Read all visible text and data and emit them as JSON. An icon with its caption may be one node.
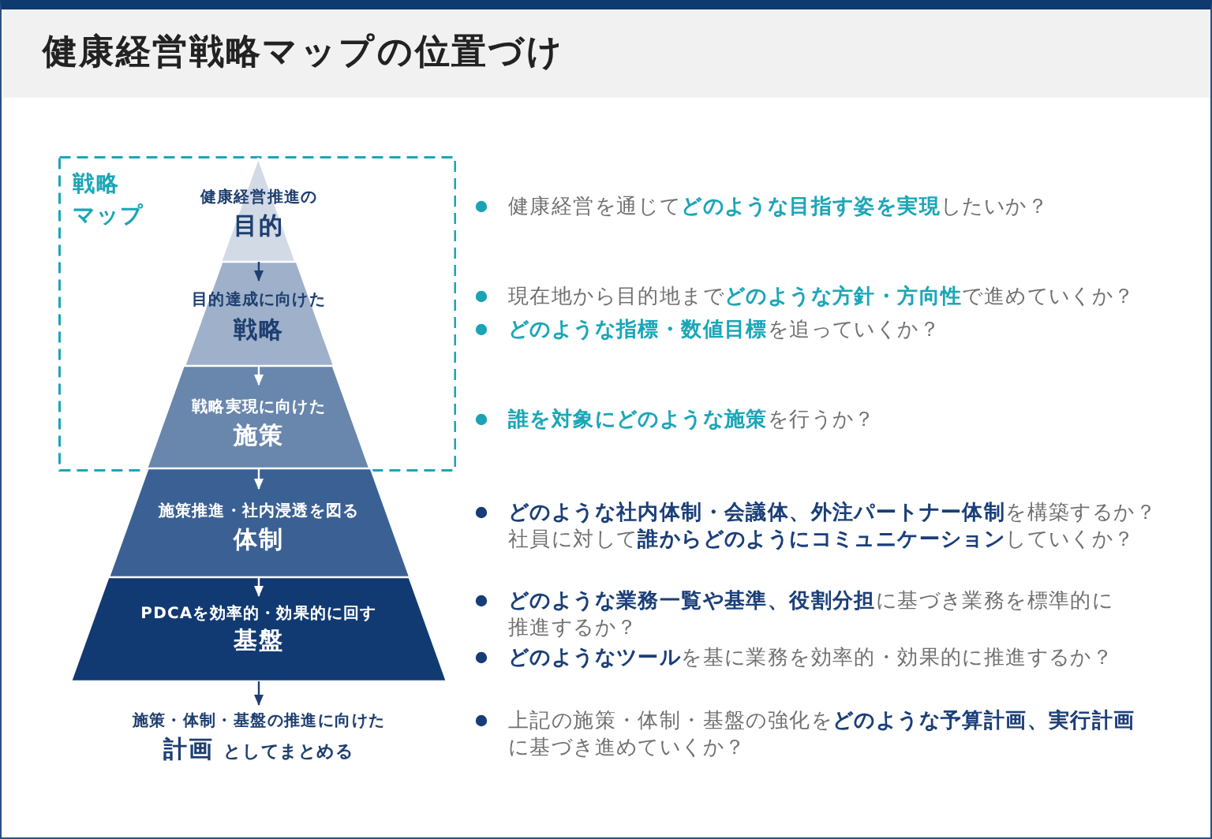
{
  "diagram": {
    "title": "健康経営戦略マップの位置づけ",
    "nodes": [
      {
        "text": [
          "戦略マップ"
        ]
      },
      {
        "text": [
          "健康経営推進の",
          "目的"
        ],
        "in": 0
      },
      {
        "text": [
          "目的達成に向けた",
          "戦略"
        ],
        "in": 0
      },
      {
        "text": [
          "戦略実現に向けた",
          "施策"
        ],
        "in": 0
      },
      {
        "text": [
          "施策推進・社内浸透を図る",
          "体制"
        ]
      },
      {
        "text": [
          "PDCAを効率的・効果的に回す",
          "基盤"
        ]
      },
      {
        "text": [
          "施策・体制・基盤の推進に向けた",
          "計画",
          "としてまとめる"
        ]
      }
    ],
    "edges": [
      {
        "from": 1,
        "to": 2,
        "arrow": "to",
        "color": "#1e3f70"
      },
      {
        "from": 2,
        "to": 3,
        "arrow": "to"
      },
      {
        "from": 3,
        "to": 4,
        "arrow": "to"
      },
      {
        "from": 4,
        "to": 5,
        "arrow": "to"
      },
      {
        "from": 5,
        "to": 6,
        "arrow": "to",
        "color": "#1e3f70"
      }
    ],
    "labels": [
      "健康経営を通じて**どのような目指す姿を実現**したいか？",
      "現在地から目的地まで**どのような方針・方向性**で進めていくか？",
      "**どのような指標・数値目標**を追っていくか？",
      "**誰を対象にどのような施策**を行うか？",
      "**どのような社内体制・会議体、外注パートナー体制**を構築するか？社員に対して**誰からどのようにコミュニケーション**していくか？",
      "**どのような業務一覧や基準、役割分担**に基づき業務を標準的に推進するか？",
      "**どのようなツール**を基に業務を効率的・効果的に推進するか？",
      "上記の施策・体制・基盤の強化を**どのような予算計画、実行計画**に基づき進めていくか？"
    ]
  }
}
